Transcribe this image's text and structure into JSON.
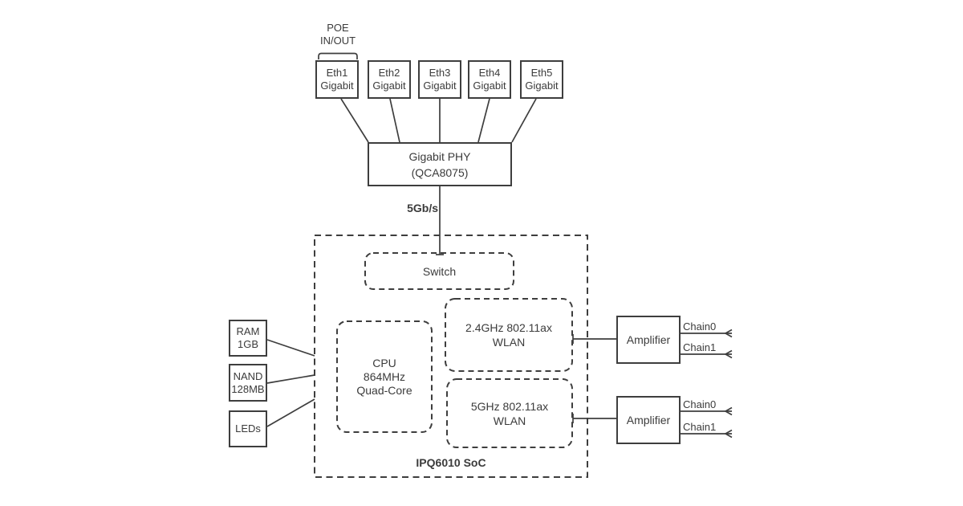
{
  "colors": {
    "stroke": "#3e3e3e",
    "text": "#3b3b3b",
    "background": "#ffffff"
  },
  "poe_label": {
    "line1": "POE",
    "line2": "IN/OUT"
  },
  "eth_ports": [
    {
      "name": "Eth1",
      "speed": "Gigabit"
    },
    {
      "name": "Eth2",
      "speed": "Gigabit"
    },
    {
      "name": "Eth3",
      "speed": "Gigabit"
    },
    {
      "name": "Eth4",
      "speed": "Gigabit"
    },
    {
      "name": "Eth5",
      "speed": "Gigabit"
    }
  ],
  "phy": {
    "name": "Gigabit PHY",
    "chip": "(QCA8075)"
  },
  "uplink": {
    "speed": "5Gb/s"
  },
  "soc": {
    "label": "IPQ6010 SoC",
    "switch_block": {
      "label": "Switch"
    },
    "cpu": {
      "line1": "CPU",
      "line2": "864MHz",
      "line3": "Quad-Core"
    },
    "wlan_2g": {
      "line1": "2.4GHz 802.11ax",
      "line2": "WLAN"
    },
    "wlan_5g": {
      "line1": "5GHz 802.11ax",
      "line2": "WLAN"
    }
  },
  "peripherals": {
    "ram": {
      "line1": "RAM",
      "line2": "1GB"
    },
    "nand": {
      "line1": "NAND",
      "line2": "128MB"
    },
    "leds": {
      "label": "LEDs"
    }
  },
  "amplifiers": [
    {
      "label": "Amplifier",
      "chains": [
        "Chain0",
        "Chain1"
      ]
    },
    {
      "label": "Amplifier",
      "chains": [
        "Chain0",
        "Chain1"
      ]
    }
  ]
}
